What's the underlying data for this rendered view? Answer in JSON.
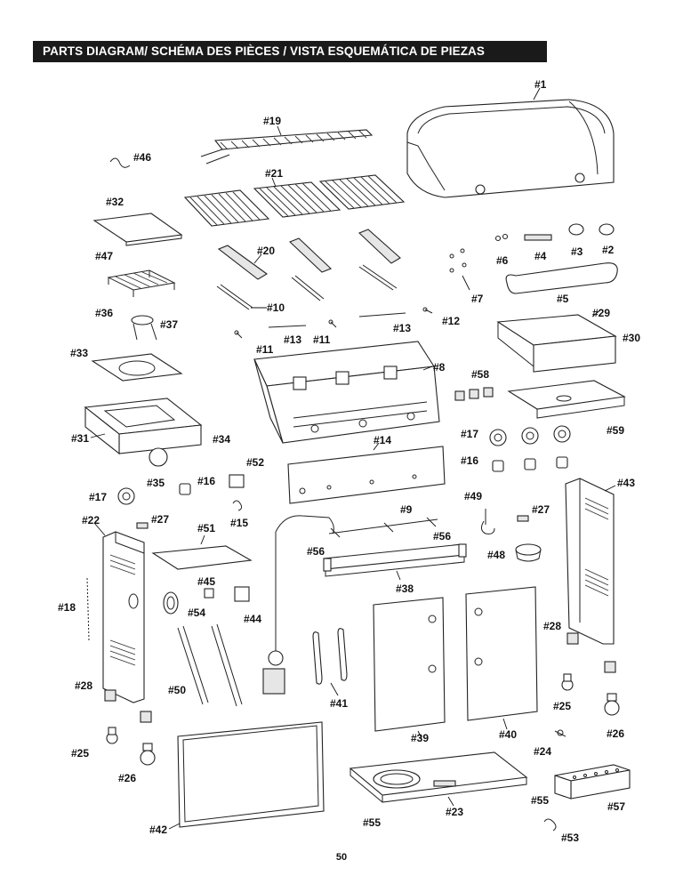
{
  "header": {
    "title": "PARTS DIAGRAM/ SCHÉMA DES PIÈCES / VISTA ESQUEMÁTICA DE PIEZAS"
  },
  "page_number": "50",
  "labels": {
    "p1": "#1",
    "p2": "#2",
    "p3": "#3",
    "p4": "#4",
    "p5": "#5",
    "p6": "#6",
    "p7": "#7",
    "p8": "#8",
    "p9": "#9",
    "p10": "#10",
    "p11a": "#11",
    "p11b": "#11",
    "p12": "#12",
    "p13a": "#13",
    "p13b": "#13",
    "p14": "#14",
    "p15": "#15",
    "p16a": "#16",
    "p16b": "#16",
    "p17a": "#17",
    "p17b": "#17",
    "p18": "#18",
    "p19": "#19",
    "p20": "#20",
    "p21": "#21",
    "p22": "#22",
    "p23": "#23",
    "p24": "#24",
    "p25a": "#25",
    "p25b": "#25",
    "p26a": "#26",
    "p26b": "#26",
    "p27a": "#27",
    "p27b": "#27",
    "p28a": "#28",
    "p28b": "#28",
    "p29": "#29",
    "p30": "#30",
    "p31": "#31",
    "p32": "#32",
    "p33": "#33",
    "p34": "#34",
    "p35": "#35",
    "p36": "#36",
    "p37": "#37",
    "p38": "#38",
    "p39": "#39",
    "p40": "#40",
    "p41": "#41",
    "p42": "#42",
    "p43": "#43",
    "p44": "#44",
    "p45": "#45",
    "p46": "#46",
    "p47": "#47",
    "p48": "#48",
    "p49": "#49",
    "p50": "#50",
    "p51": "#51",
    "p52": "#52",
    "p53": "#53",
    "p54": "#54",
    "p55a": "#55",
    "p55b": "#55",
    "p56a": "#56",
    "p56b": "#56",
    "p57": "#57",
    "p58": "#58",
    "p59": "#59"
  }
}
